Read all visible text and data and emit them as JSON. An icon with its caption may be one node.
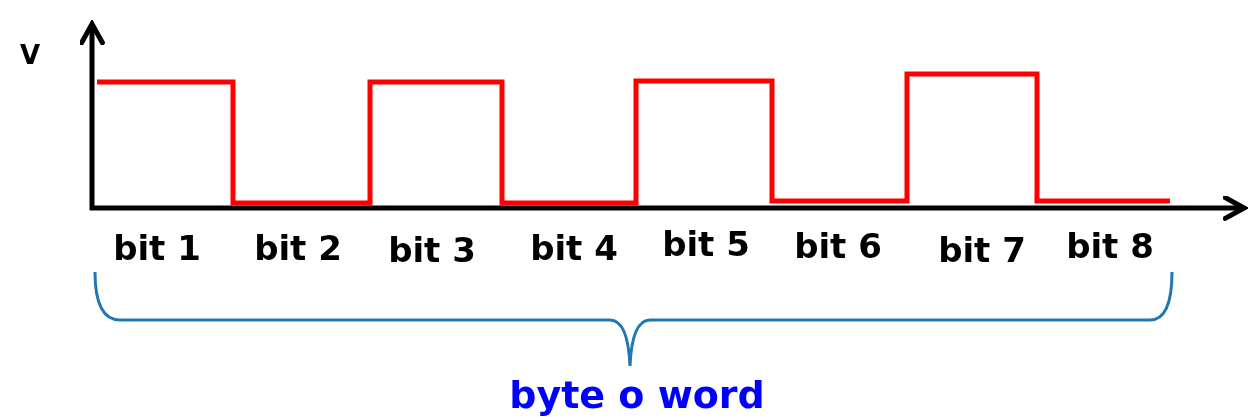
{
  "diagram": {
    "labels": [
      "V",
      "bit 1",
      "bit 2",
      "bit 3",
      "bit 4",
      "bit 5",
      "bit 6",
      "bit 7",
      "bit 8",
      "byte o word"
    ]
  }
}
